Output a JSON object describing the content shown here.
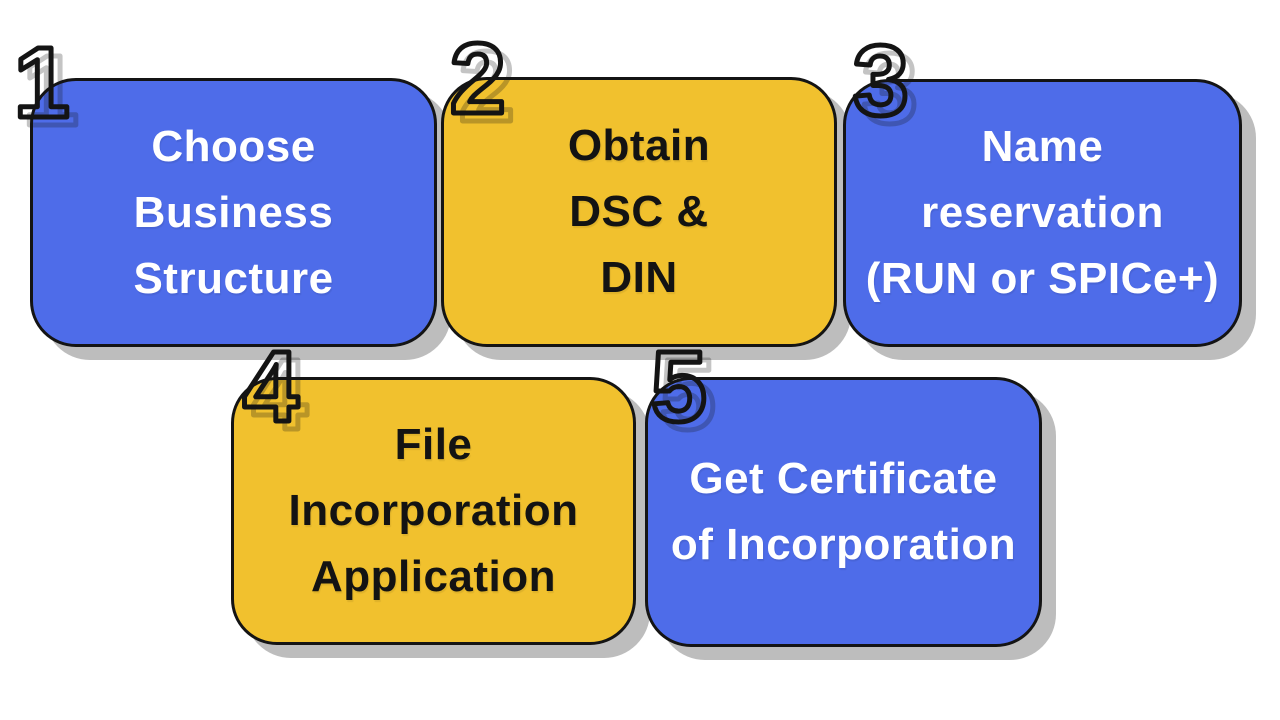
{
  "palette": {
    "blue": "#4e6ce9",
    "yellow": "#f1c12e",
    "card_border": "#141414",
    "card_shadow": "rgba(0,0,0,0.26)",
    "background": "#ffffff",
    "text_on_blue": "#ffffff",
    "text_on_yellow": "#131313",
    "number_stroke": "#141414",
    "number_shadow_color": "rgba(20,20,20,0.25)"
  },
  "diagram": {
    "description": "Five-step company incorporation process infographic"
  },
  "steps": [
    {
      "number": "1",
      "color": "blue",
      "label": "Choose\nBusiness\nStructure"
    },
    {
      "number": "2",
      "color": "yellow",
      "label": "Obtain\nDSC &\nDIN"
    },
    {
      "number": "3",
      "color": "blue",
      "label": "Name\nreservation\n(RUN or SPICe+)"
    },
    {
      "number": "4",
      "color": "yellow",
      "label": "File\nIncorporation\nApplication"
    },
    {
      "number": "5",
      "color": "blue",
      "label": "Get Certificate\nof Incorporation"
    }
  ]
}
